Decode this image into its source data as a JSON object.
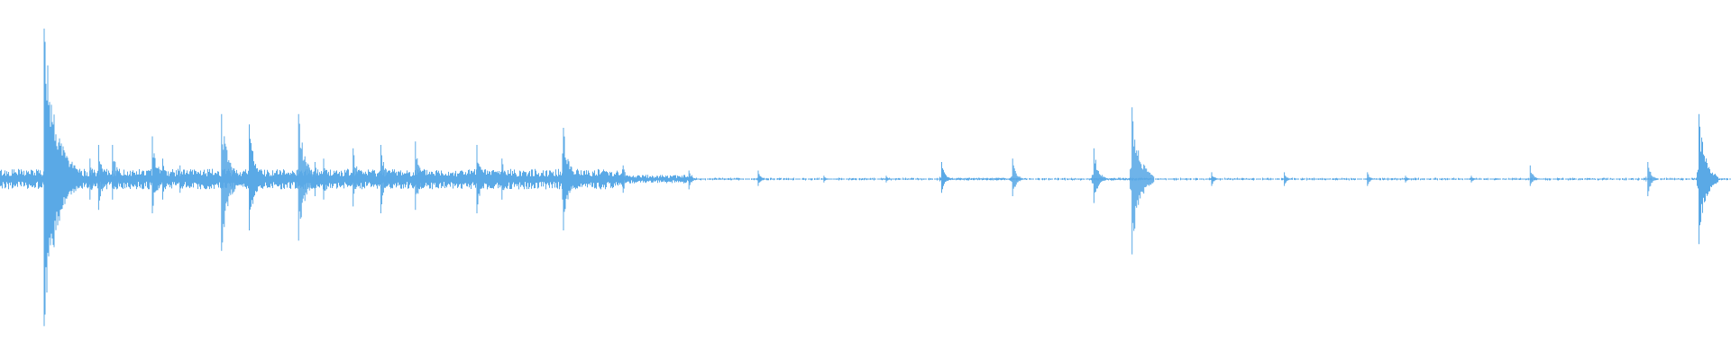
{
  "waveform": {
    "color": "#5aa9e6",
    "background": "#ffffff",
    "baseline_amplitude": 0.006,
    "noise_regions": [
      {
        "start": 0.0,
        "end": 0.36,
        "level": 0.06
      },
      {
        "start": 0.36,
        "end": 0.4,
        "level": 0.025
      },
      {
        "start": 0.4,
        "end": 1.0,
        "level": 0.008
      }
    ],
    "peaks": [
      {
        "t": 0.0255,
        "up": 0.88,
        "down": 0.86
      },
      {
        "t": 0.052,
        "up": 0.12,
        "down": 0.12
      },
      {
        "t": 0.057,
        "up": 0.2,
        "down": 0.18
      },
      {
        "t": 0.065,
        "up": 0.2,
        "down": 0.12
      },
      {
        "t": 0.088,
        "up": 0.25,
        "down": 0.2
      },
      {
        "t": 0.094,
        "up": 0.12,
        "down": 0.12
      },
      {
        "t": 0.104,
        "up": 0.08,
        "down": 0.08
      },
      {
        "t": 0.128,
        "up": 0.38,
        "down": 0.42
      },
      {
        "t": 0.144,
        "up": 0.32,
        "down": 0.3
      },
      {
        "t": 0.1725,
        "up": 0.38,
        "down": 0.36
      },
      {
        "t": 0.182,
        "up": 0.1,
        "down": 0.1
      },
      {
        "t": 0.187,
        "up": 0.12,
        "down": 0.12
      },
      {
        "t": 0.204,
        "up": 0.18,
        "down": 0.16
      },
      {
        "t": 0.22,
        "up": 0.2,
        "down": 0.2
      },
      {
        "t": 0.24,
        "up": 0.22,
        "down": 0.18
      },
      {
        "t": 0.2755,
        "up": 0.2,
        "down": 0.2
      },
      {
        "t": 0.29,
        "up": 0.12,
        "down": 0.12
      },
      {
        "t": 0.325,
        "up": 0.15,
        "down": 0.12
      },
      {
        "t": 0.3255,
        "up": 0.3,
        "down": 0.3
      },
      {
        "t": 0.36,
        "up": 0.08,
        "down": 0.08
      },
      {
        "t": 0.398,
        "up": 0.05,
        "down": 0.06
      },
      {
        "t": 0.438,
        "up": 0.05,
        "down": 0.04
      },
      {
        "t": 0.476,
        "up": 0.02,
        "down": 0.02
      },
      {
        "t": 0.512,
        "up": 0.02,
        "down": 0.02
      },
      {
        "t": 0.544,
        "up": 0.1,
        "down": 0.08
      },
      {
        "t": 0.585,
        "up": 0.12,
        "down": 0.1
      },
      {
        "t": 0.632,
        "up": 0.18,
        "down": 0.14
      },
      {
        "t": 0.654,
        "up": 0.42,
        "down": 0.44
      },
      {
        "t": 0.7,
        "up": 0.04,
        "down": 0.04
      },
      {
        "t": 0.742,
        "up": 0.04,
        "down": 0.04
      },
      {
        "t": 0.79,
        "up": 0.04,
        "down": 0.04
      },
      {
        "t": 0.812,
        "up": 0.02,
        "down": 0.02
      },
      {
        "t": 0.85,
        "up": 0.02,
        "down": 0.02
      },
      {
        "t": 0.884,
        "up": 0.08,
        "down": 0.04
      },
      {
        "t": 0.952,
        "up": 0.1,
        "down": 0.1
      },
      {
        "t": 0.9815,
        "up": 0.38,
        "down": 0.38
      }
    ],
    "dense_segments": [
      {
        "start": 0.0,
        "end": 0.36
      }
    ],
    "gap_segments": [
      {
        "start": 0.4,
        "end": 0.544
      },
      {
        "start": 0.59,
        "end": 0.632
      },
      {
        "start": 0.665,
        "end": 1.0
      }
    ]
  }
}
